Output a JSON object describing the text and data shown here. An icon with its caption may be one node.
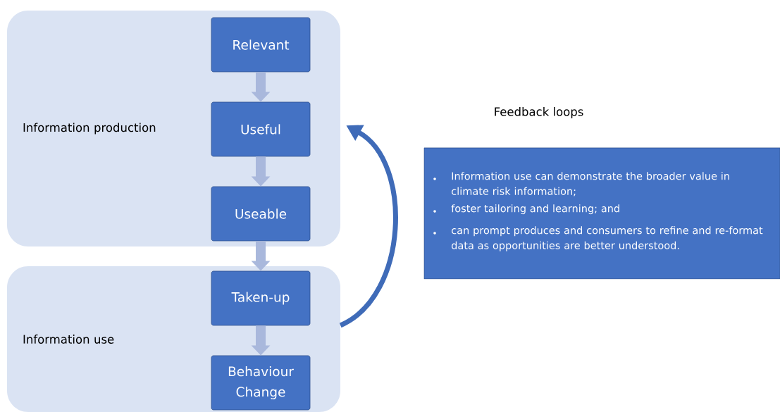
{
  "diagram": {
    "nodes": [
      {
        "text": [
          "Information production"
        ]
      },
      {
        "text": [
          "Relevant"
        ],
        "in": 0
      },
      {
        "text": [
          "Useful"
        ],
        "in": 0
      },
      {
        "text": [
          "Useable"
        ],
        "in": 0
      },
      {
        "text": [
          "Information use"
        ]
      },
      {
        "text": [
          "Taken-up"
        ],
        "in": 4
      },
      {
        "text": [
          "Behaviour Change"
        ],
        "in": 4
      },
      {
        "text": [
          "Feedback loops",
          "Information use can demonstrate the broader value in climate risk information;",
          "foster tailoring and learning; and",
          "can prompt produces and consumers to refine and re-format data as opportunities are better understood."
        ]
      }
    ],
    "edges": [
      {
        "from": 1,
        "to": 2,
        "arrow": "to"
      },
      {
        "from": 2,
        "to": 3,
        "arrow": "to"
      },
      {
        "from": 3,
        "to": 5,
        "arrow": "to"
      },
      {
        "from": 5,
        "to": 6,
        "arrow": "to"
      },
      {
        "from": 4,
        "to": 0,
        "arrow": "to",
        "color": "#3f6bb8"
      }
    ]
  }
}
